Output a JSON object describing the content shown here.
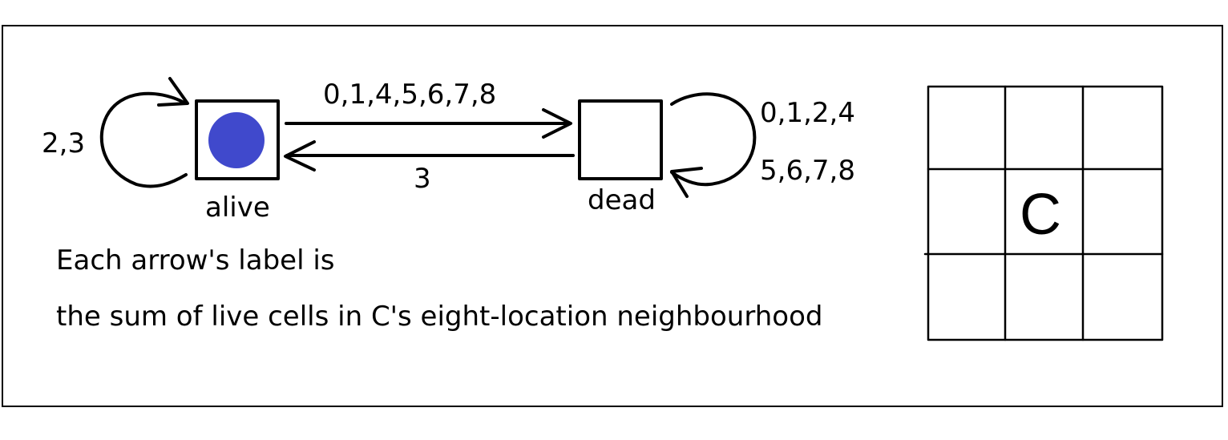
{
  "states": {
    "alive": {
      "label": "alive",
      "marker_color": "#4049cc"
    },
    "dead": {
      "label": "dead"
    }
  },
  "transitions": {
    "alive_self": "2,3",
    "alive_to_dead": "0,1,4,5,6,7,8",
    "dead_to_alive": "3",
    "dead_self_line1": "0,1,2,4",
    "dead_self_line2": "5,6,7,8"
  },
  "caption": {
    "line1": "Each arrow's label is",
    "line2": "the sum of live cells in C's eight-location neighbourhood"
  },
  "grid": {
    "center_label": "C"
  }
}
